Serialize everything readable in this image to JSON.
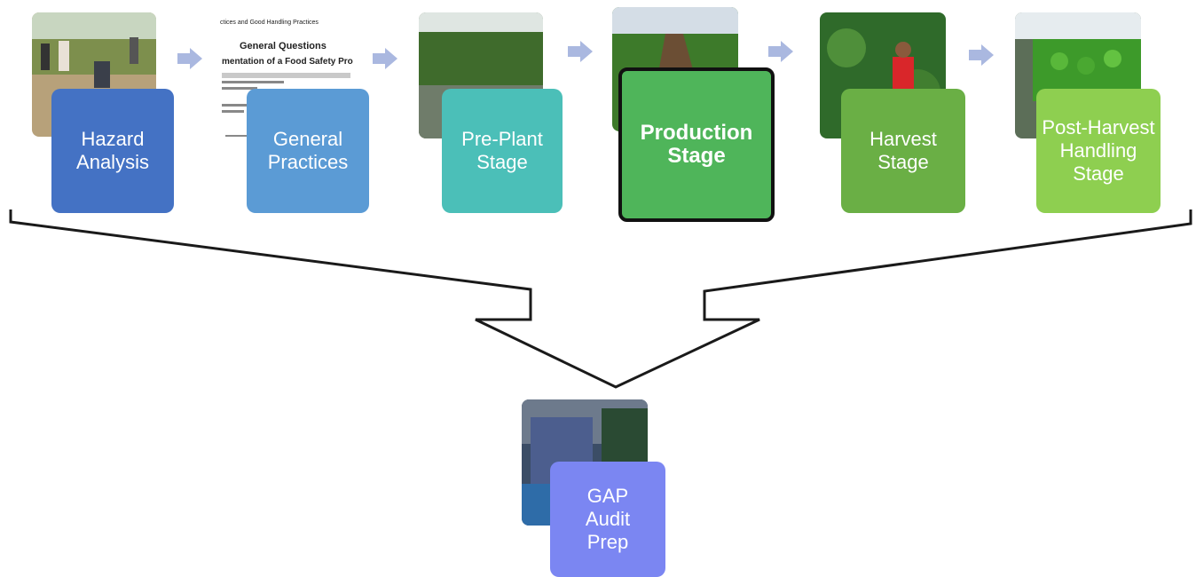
{
  "stages": [
    {
      "label": "Hazard Analysis",
      "color": "#4472c4"
    },
    {
      "label": "General Practices",
      "color": "#5b9bd5"
    },
    {
      "label": "Pre-Plant Stage",
      "color": "#4bbfb8"
    },
    {
      "label": "Production Stage",
      "color": "#4fb55a"
    },
    {
      "label": "Harvest Stage",
      "color": "#6aaf45"
    },
    {
      "label": "Post-Harvest Handling Stage",
      "color": "#8ecf50"
    }
  ],
  "result": {
    "label": "GAP Audit Prep",
    "color": "#7b86f2"
  },
  "document_thumb": {
    "line0": "ctices and Good Handling Practices",
    "heading": "General Questions",
    "subheading": "mentation of a Food Safety Pro"
  },
  "colors": {
    "arrow": "#aab8e0",
    "funnel_stroke": "#1a1a1a"
  }
}
